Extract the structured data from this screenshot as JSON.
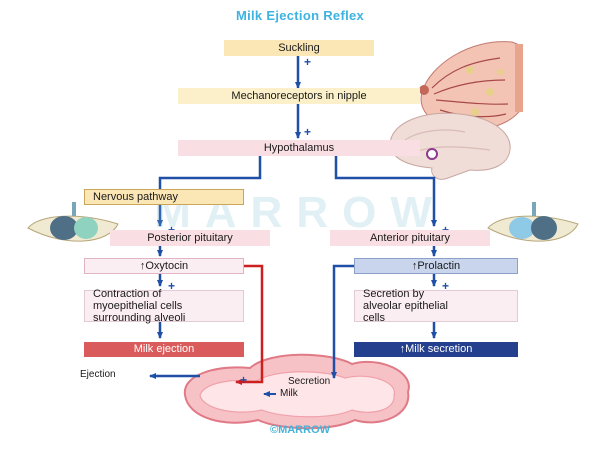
{
  "title": "Milk Ejection Reflex",
  "watermark": "MARROW",
  "copyright": "©MARROW",
  "colors": {
    "title": "#3fb3e0",
    "arrow_blue": "#1f4fa6",
    "arrow_red": "#cc1f1f",
    "box_yellow": "#fbe6b6",
    "box_pink": "#f9dfe3",
    "box_blue": "#c9d5ec",
    "box_red": "#d95b5b",
    "box_navy": "#233f8e"
  },
  "nodes": {
    "suckling": "Suckling",
    "mechanoreceptors": "Mechanoreceptors in nipple",
    "hypothalamus": "Hypothalamus",
    "nervous_pathway": "Nervous pathway",
    "posterior_pituitary": "Posterior pituitary",
    "anterior_pituitary": "Anterior pituitary",
    "oxytocin": "↑Oxytocin",
    "prolactin": "↑Prolactin",
    "contraction": "Contraction of\nmyoepithelial cells\nsurrounding alveoli",
    "secretion_by": "Secretion by\nalveolar epithelial\ncells",
    "milk_ejection": "Milk ejection",
    "milk_secretion": "↑Milk secretion"
  },
  "labels": {
    "ejection": "Ejection",
    "secretion": "Secretion",
    "milk": "Milk"
  },
  "plus_sign": "+",
  "icons": [
    "breast-icon",
    "brain-icon",
    "pituitary-left-icon",
    "pituitary-right-icon",
    "alveolus-icon"
  ]
}
